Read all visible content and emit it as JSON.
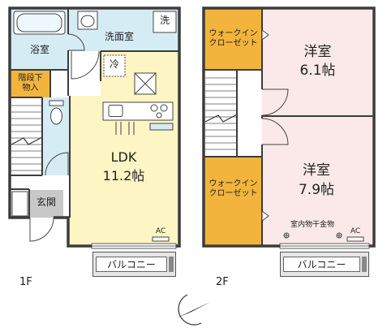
{
  "floor_1": {
    "label": "1F",
    "bath": "浴室",
    "washroom": "洗面室",
    "washer": "洗",
    "fridge": "冷",
    "storage_line1": "階段下",
    "storage_line2": "物入",
    "ldk_name": "LDK",
    "ldk_size": "11.2帖",
    "entrance": "玄関",
    "ac": "AC",
    "balcony": "バルコニー"
  },
  "floor_2": {
    "label": "2F",
    "wic_upper_line1": "ウォークイン",
    "wic_upper_line2": "クローゼット",
    "room_upper_name": "洋室",
    "room_upper_size": "6.1帖",
    "wic_lower_line1": "ウォークイン",
    "wic_lower_line2": "クローゼット",
    "room_lower_name": "洋室",
    "room_lower_size": "7.9帖",
    "drying_hardware": "室内物干金物",
    "ac": "AC",
    "balcony": "バルコニー"
  },
  "colors": {
    "wet_area": "#d6ecf5",
    "storage": "#f2b43c",
    "ldk": "#fdf5c3",
    "western_room": "#fbe9e9",
    "entrance": "#c8c8c8",
    "hall": "#ffffff",
    "wall": "#3c3c3c"
  }
}
